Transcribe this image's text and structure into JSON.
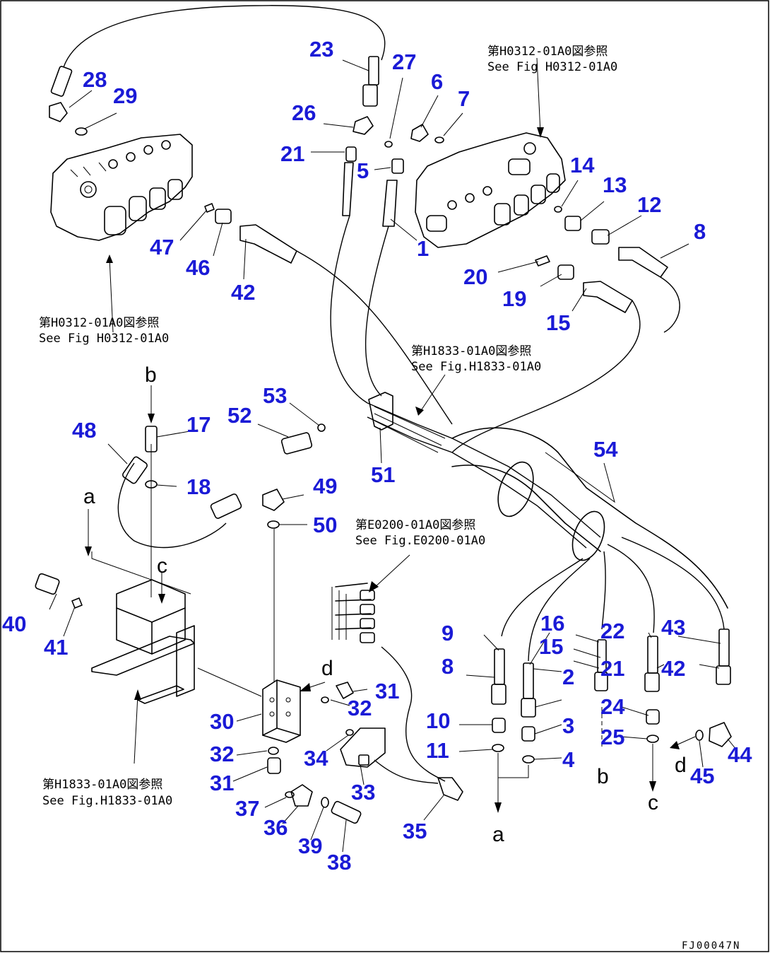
{
  "callouts": [
    "1",
    "2",
    "3",
    "4",
    "5",
    "6",
    "7",
    "8",
    "9",
    "10",
    "11",
    "12",
    "13",
    "14",
    "15",
    "16",
    "17",
    "18",
    "19",
    "20",
    "21",
    "22",
    "23",
    "24",
    "25",
    "26",
    "27",
    "28",
    "29",
    "30",
    "31",
    "32",
    "33",
    "34",
    "35",
    "36",
    "37",
    "38",
    "39",
    "40",
    "41",
    "42",
    "43",
    "44",
    "45",
    "46",
    "47",
    "48",
    "49",
    "50",
    "51",
    "52",
    "53",
    "54"
  ],
  "duplicate_callouts": [
    "8",
    "15",
    "21",
    "42",
    "31",
    "32"
  ],
  "references": {
    "h0312_top_right_jp": "第H0312-01A0図参照",
    "h0312_top_right_en": "See Fig H0312-01A0",
    "h0312_left_jp": "第H0312-01A0図参照",
    "h0312_left_en": "See Fig H0312-01A0",
    "h1833_mid_jp": "第H1833-01A0図参照",
    "h1833_mid_en": "See Fig.H1833-01A0",
    "e0200_jp": "第E0200-01A0図参照",
    "e0200_en": "See Fig.E0200-01A0",
    "h1833_bottom_jp": "第H1833-01A0図参照",
    "h1833_bottom_en": "See Fig.H1833-01A0"
  },
  "connection_letters": {
    "a_top": "a",
    "b_top": "b",
    "c_top": "c",
    "d_top": "d",
    "a_bottom": "a",
    "b_bottom": "b",
    "c_bottom": "c",
    "d_bottom": "d"
  },
  "drawing_code": "FJ00047N"
}
